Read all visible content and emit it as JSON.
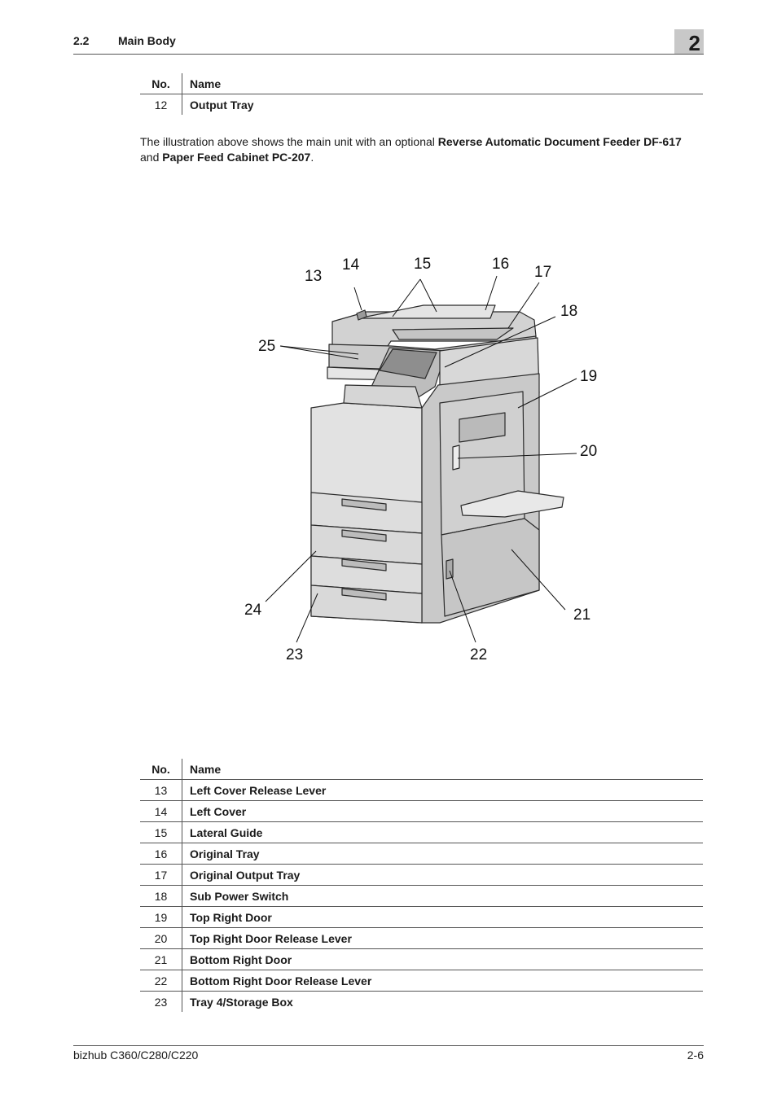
{
  "header": {
    "section_number": "2.2",
    "section_title": "Main Body",
    "chapter": "2"
  },
  "table1": {
    "headers": {
      "no": "No.",
      "name": "Name"
    },
    "rows": [
      {
        "no": "12",
        "name": "Output Tray"
      }
    ]
  },
  "paragraph": {
    "p1": "The illustration above shows the main unit with an optional ",
    "b1": "Reverse Automatic Document Feeder DF-617",
    "p2": " and ",
    "b2": "Paper Feed Cabinet PC-207",
    "p3": "."
  },
  "figure": {
    "callouts": {
      "c13": "13",
      "c14": "14",
      "c15": "15",
      "c16": "16",
      "c17": "17",
      "c18": "18",
      "c19": "19",
      "c20": "20",
      "c21": "21",
      "c22": "22",
      "c23": "23",
      "c24": "24",
      "c25": "25"
    }
  },
  "table2": {
    "headers": {
      "no": "No.",
      "name": "Name"
    },
    "rows": [
      {
        "no": "13",
        "name": "Left Cover Release Lever"
      },
      {
        "no": "14",
        "name": "Left Cover"
      },
      {
        "no": "15",
        "name": "Lateral Guide"
      },
      {
        "no": "16",
        "name": "Original Tray"
      },
      {
        "no": "17",
        "name": "Original Output Tray"
      },
      {
        "no": "18",
        "name": "Sub Power Switch"
      },
      {
        "no": "19",
        "name": "Top Right Door"
      },
      {
        "no": "20",
        "name": "Top Right Door Release Lever"
      },
      {
        "no": "21",
        "name": "Bottom Right Door"
      },
      {
        "no": "22",
        "name": "Bottom Right Door Release Lever"
      },
      {
        "no": "23",
        "name": "Tray 4/Storage Box"
      }
    ]
  },
  "footer": {
    "model": "bizhub C360/C280/C220",
    "page": "2-6"
  }
}
